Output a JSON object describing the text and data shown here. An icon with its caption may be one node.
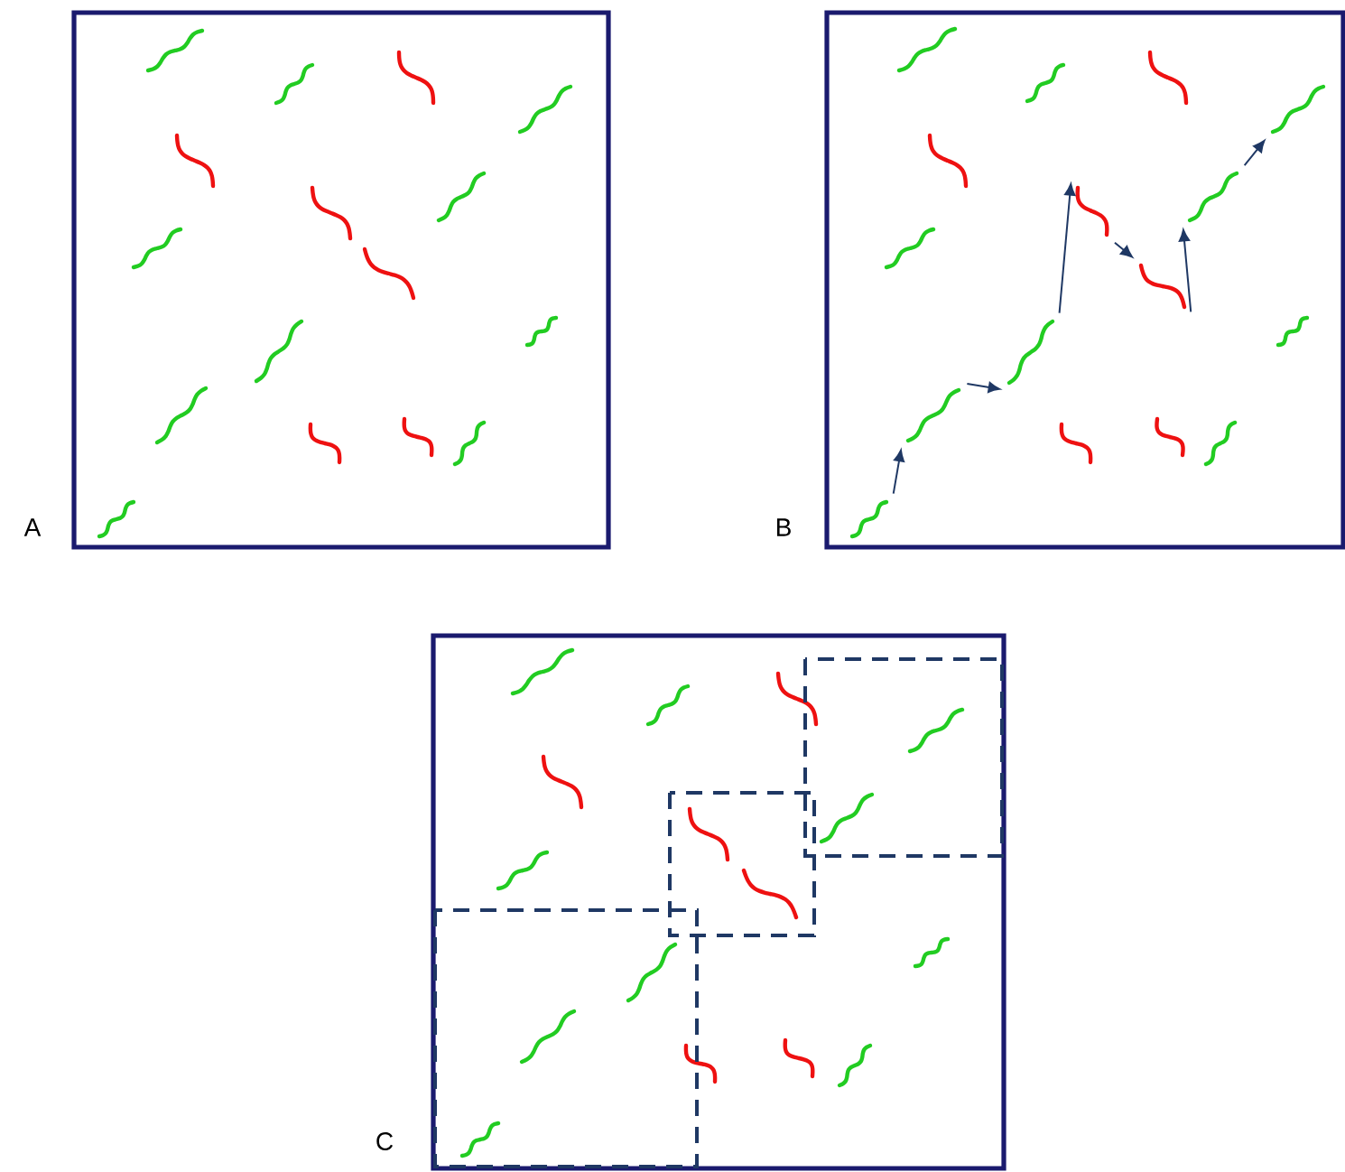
{
  "diagram": {
    "nodes": [
      {
        "text": [],
        "shape": "squiggle"
      },
      {
        "text": [],
        "shape": "squiggle"
      },
      {
        "text": [],
        "shape": "squiggle"
      },
      {
        "text": [],
        "shape": "squiggle"
      },
      {
        "text": [],
        "shape": "squiggle"
      },
      {
        "text": [],
        "shape": "squiggle"
      },
      {
        "text": [],
        "shape": "squiggle"
      }
    ],
    "edges": [
      {
        "from": 0,
        "to": 1,
        "arrow": "to"
      },
      {
        "from": 1,
        "to": 2,
        "arrow": "to"
      },
      {
        "from": 2,
        "to": 3,
        "arrow": "to"
      },
      {
        "from": 3,
        "to": 4,
        "arrow": "to"
      },
      {
        "from": 4,
        "to": 5,
        "arrow": "to"
      },
      {
        "from": 5,
        "to": 6,
        "arrow": "to"
      }
    ],
    "labels": [
      "A",
      "B",
      "C"
    ]
  }
}
